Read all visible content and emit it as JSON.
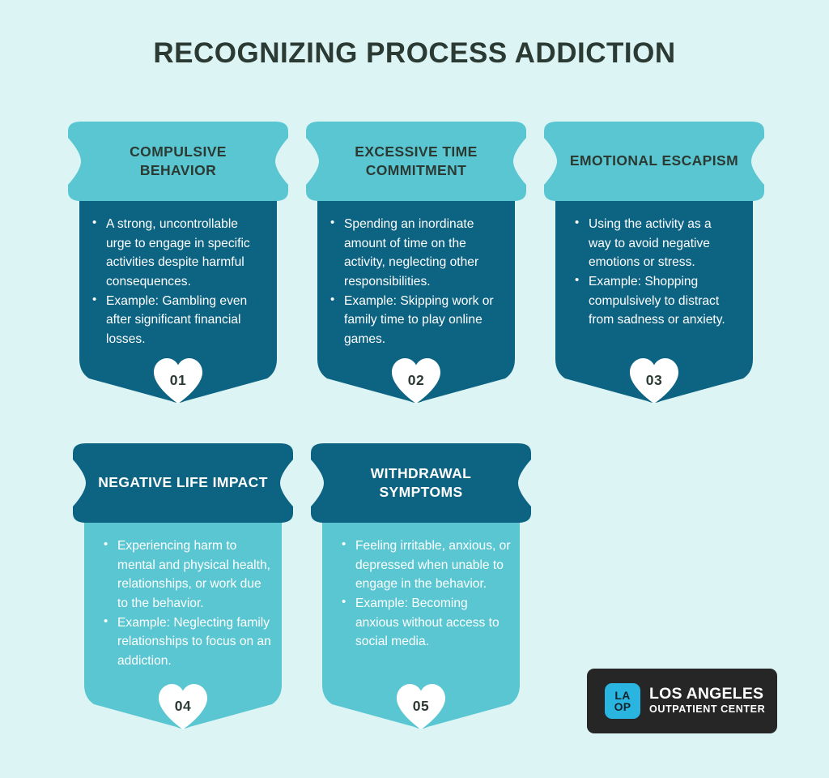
{
  "page": {
    "title": "RECOGNIZING PROCESS ADDICTION",
    "background_color": "#ddf4f5",
    "title_color": "#2b3a33",
    "light_teal": "#59c6d2",
    "dark_teal": "#0d6382"
  },
  "cards": [
    {
      "number": "01",
      "title": "COMPULSIVE BEHAVIOR",
      "header_color": "#59c6d2",
      "body_color": "#0d6382",
      "bullets": [
        "A strong, uncontrollable urge to engage in specific activities despite harmful consequences.",
        "Example: Gambling even after significant financial losses."
      ]
    },
    {
      "number": "02",
      "title": "EXCESSIVE TIME COMMITMENT",
      "header_color": "#59c6d2",
      "body_color": "#0d6382",
      "bullets": [
        "Spending an inordinate amount of time on the activity, neglecting other responsibilities.",
        "Example: Skipping work or family time to play online games."
      ]
    },
    {
      "number": "03",
      "title": "EMOTIONAL ESCAPISM",
      "header_color": "#59c6d2",
      "body_color": "#0d6382",
      "bullets": [
        "Using the activity as a way to avoid negative emotions or stress.",
        "Example: Shopping compulsively to distract from sadness or anxiety."
      ]
    },
    {
      "number": "04",
      "title": "NEGATIVE LIFE IMPACT",
      "header_color": "#0d6382",
      "body_color": "#59c6d2",
      "bullets": [
        "Experiencing harm to mental and physical health, relationships, or work due to the behavior.",
        "Example: Neglecting family relationships to focus on an addiction."
      ]
    },
    {
      "number": "05",
      "title": "WITHDRAWAL SYMPTOMS",
      "header_color": "#0d6382",
      "body_color": "#59c6d2",
      "bullets": [
        "Feeling irritable, anxious, or depressed when unable to engage in the behavior.",
        "Example: Becoming anxious without access to social media."
      ]
    }
  ],
  "logo": {
    "mark_top": "LA",
    "mark_bottom": "OP",
    "line1": "LOS ANGELES",
    "line2": "OUTPATIENT CENTER",
    "mark_color": "#2ab5e0",
    "plate_color": "#262626"
  }
}
